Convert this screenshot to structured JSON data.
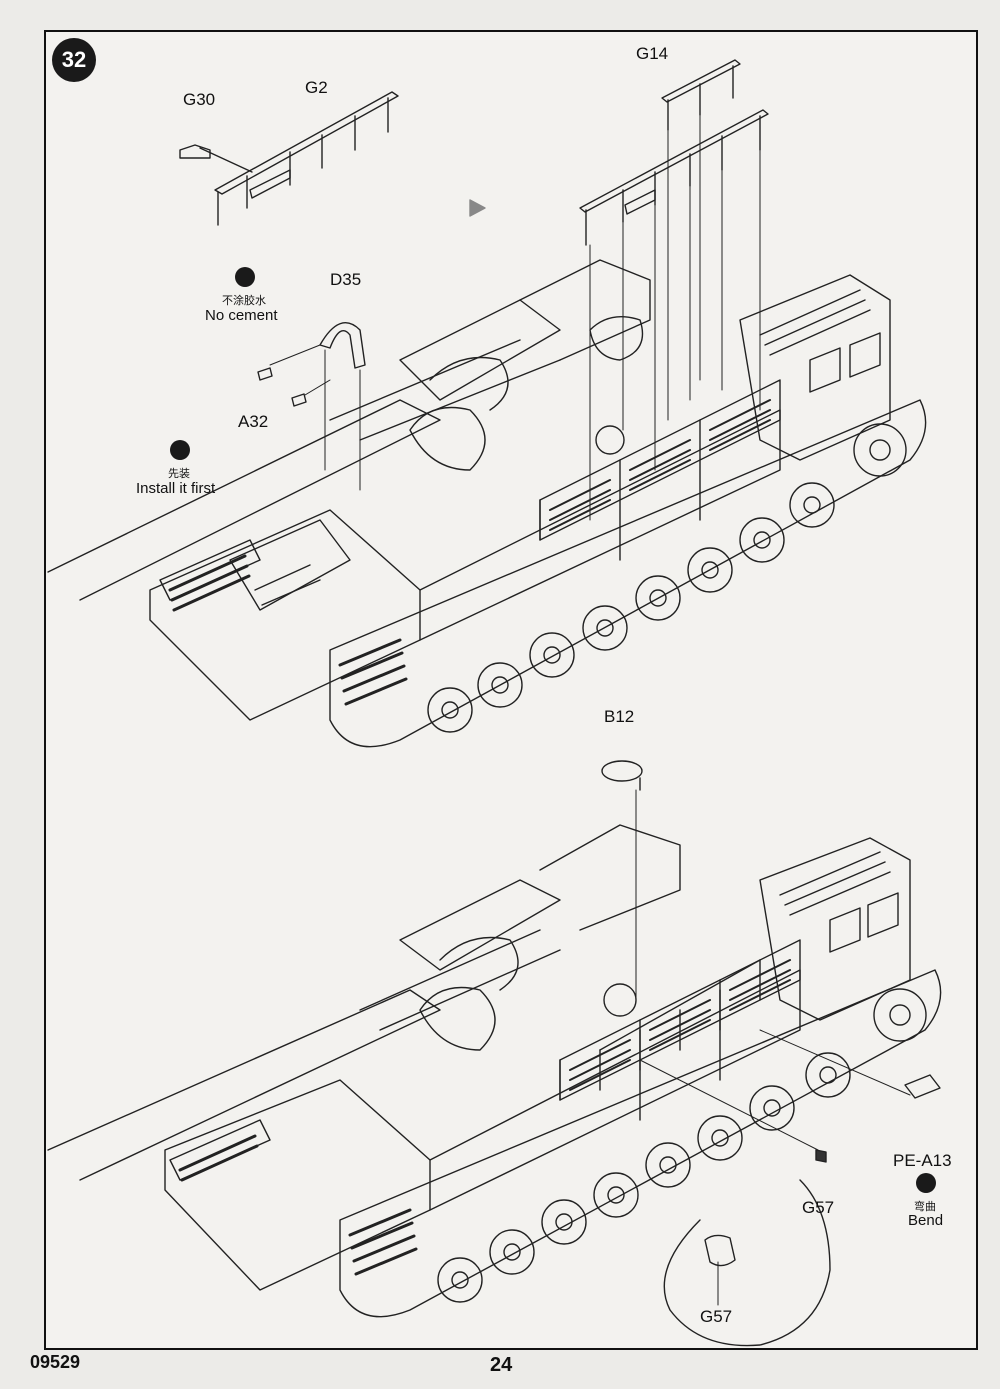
{
  "step": {
    "number": "32"
  },
  "parts_top": {
    "g30": "G30",
    "g2": "G2",
    "g14": "G14",
    "d35": "D35",
    "a32": "A32"
  },
  "parts_bottom": {
    "b12": "B12",
    "pe_a13": "PE-A13",
    "g57_main": "G57",
    "g57_detail": "G57"
  },
  "notes": {
    "no_cement_cn": "不涂胶水",
    "no_cement_en": "No cement",
    "install_first_cn": "先装",
    "install_first_en": "Install it first",
    "bend_cn": "弯曲",
    "bend_en": "Bend"
  },
  "icons": {
    "no_cement": "no-cement-icon",
    "install_first": "install-first-icon",
    "bend": "bend-icon",
    "direction": "arrow-right-icon"
  },
  "footer": {
    "kit_number": "09529",
    "page_number": "24"
  }
}
